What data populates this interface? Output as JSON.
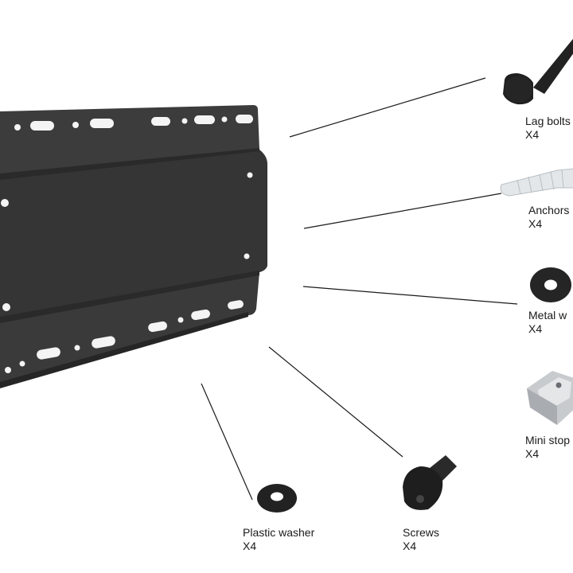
{
  "parts": [
    {
      "id": "lag-bolts",
      "name": "Lag bolts",
      "qty": "X4"
    },
    {
      "id": "anchors",
      "name": "Anchors",
      "qty": "X4"
    },
    {
      "id": "metal-washer",
      "name": "Metal w",
      "qty": "X4"
    },
    {
      "id": "mini-stop",
      "name": "Mini stop",
      "qty": "X4"
    },
    {
      "id": "screws",
      "name": "Screws",
      "qty": "X4"
    },
    {
      "id": "plastic-washer",
      "name": "Plastic washer",
      "qty": "X4"
    }
  ],
  "colors": {
    "plate": "#3a3a3a",
    "plate_edge": "#2b2b2b",
    "hardware_dark": "#232323",
    "anchor": "#e6e9ec",
    "stop_metal": "#c9cccf",
    "leader_line": "#1a1a1a"
  }
}
